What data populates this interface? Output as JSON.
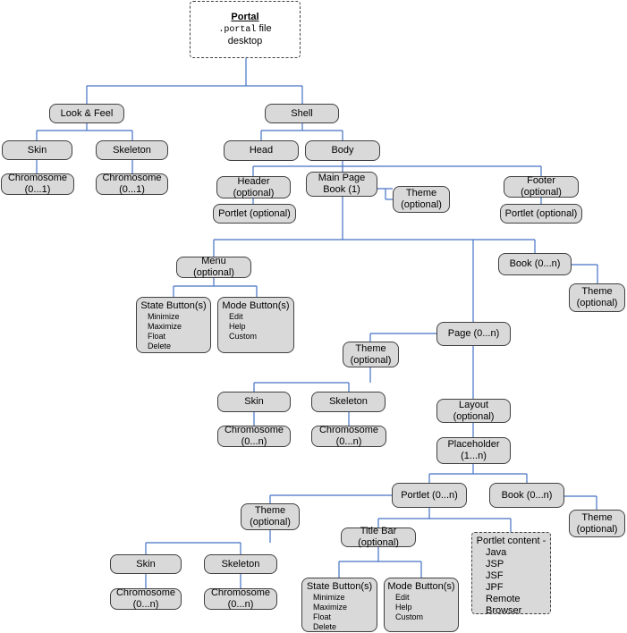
{
  "colors": {
    "connector": "#4472c4",
    "node_fill": "#d9d9d9",
    "node_border": "#404040"
  },
  "portal": {
    "title": "Portal",
    "ext": ".portal",
    "file": " file",
    "desktop": "desktop"
  },
  "nodes": {
    "look_feel": "Look & Feel",
    "shell": "Shell",
    "skin_top": "Skin",
    "skeleton_top": "Skeleton",
    "chromosome_skin_top": "Chromosome\n(0...1)",
    "chromosome_skel_top": "Chromosome\n(0...1)",
    "head": "Head",
    "body": "Body",
    "header": "Header\n(optional)",
    "main_page_book": "Main Page\nBook (1)",
    "theme_body": "Theme\n(optional)",
    "footer": "Footer\n(optional)",
    "portlet_header": "Portlet (optional)",
    "portlet_footer": "Portlet (optional)",
    "menu": "Menu\n(optional)",
    "state_buttons_menu": {
      "title": "State Button(s)",
      "items": "Minimize\nMaximize\nFloat\nDelete"
    },
    "mode_buttons_menu": {
      "title": "Mode Button(s)",
      "items": "Edit\nHelp\nCustom"
    },
    "book_right": "Book (0...n)",
    "theme_book_right": "Theme\n(optional)",
    "page": "Page (0...n)",
    "theme_page": "Theme\n(optional)",
    "skin_mid": "Skin",
    "skeleton_mid": "Skeleton",
    "chromosome_skin_mid": "Chromosome\n(0...n)",
    "chromosome_skel_mid": "Chromosome\n(0...n)",
    "layout": "Layout\n(optional)",
    "placeholder": "Placeholder\n(1...n)",
    "portlet": "Portlet (0...n)",
    "book_lower": "Book (0...n)",
    "theme_book_lower": "Theme\n(optional)",
    "theme_portlet": "Theme\n(optional)",
    "title_bar": "Title Bar\n(optional)",
    "portlet_content": {
      "title": "Portlet content -",
      "items": "Java\nJSP\nJSF\nJPF\nRemote\nBrowser"
    },
    "skin_low": "Skin",
    "skeleton_low": "Skeleton",
    "chromosome_skin_low": "Chromosome\n(0...n)",
    "chromosome_skel_low": "Chromosome\n(0...n)",
    "state_buttons_title": {
      "title": "State Button(s)",
      "items": "Minimize\nMaximize\nFloat\nDelete"
    },
    "mode_buttons_title": {
      "title": "Mode Button(s)",
      "items": "Edit\nHelp\nCustom"
    }
  }
}
